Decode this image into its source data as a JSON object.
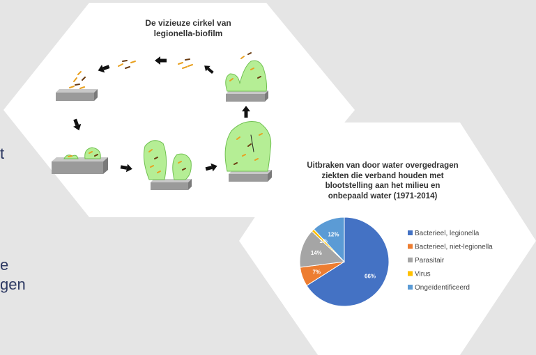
{
  "left_text": {
    "line1": "t",
    "line2": "e",
    "line3": "gen"
  },
  "biofilm": {
    "title_line1": "De vizieuze cirkel van",
    "title_line2": "legionella-biofilm"
  },
  "chart_data": {
    "type": "pie",
    "title": "Uitbraken van door water overgedragen ziekten die verband houden met blootstelling aan het milieu en onbepaald water (1971-2014)",
    "title_lines": [
      "Uitbraken van door water overgedragen",
      "ziekten die verband houden met",
      "blootstelling aan het milieu en",
      "onbepaald water (1971-2014)"
    ],
    "categories": [
      "Bacterieel, legionella",
      "Bacterieel, niet-legionella",
      "Parasitair",
      "Virus",
      "Ongeïdentificeerd"
    ],
    "values": [
      66,
      7,
      14,
      1,
      12
    ],
    "data_labels": [
      "66%",
      "7%",
      "14%",
      "1%",
      "12%"
    ],
    "colors": [
      "#4472c4",
      "#ed7d31",
      "#a5a5a5",
      "#ffc000",
      "#5b9bd5"
    ],
    "legend_placement": "right"
  },
  "colors": {
    "background": "#e5e5e5",
    "hexagon": "#ffffff",
    "biofilm_green": "#b5ee95",
    "surface_grey": "#9a9a9a",
    "arrow": "#111111"
  }
}
